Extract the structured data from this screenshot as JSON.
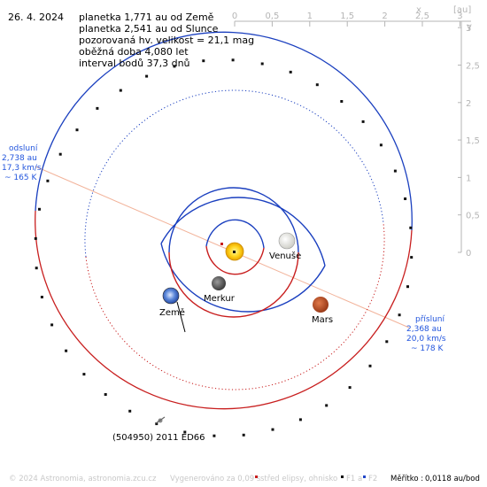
{
  "date": "26. 4. 2024",
  "info": {
    "line1": "planetka 1,771 au od Země",
    "line2": "planetka 2,541 au od Slunce",
    "line3": "pozorovaná hv. velikost = 21,1 mag",
    "line4": "oběžná doba 4,080 let",
    "line5": "interval bodů 37,3 dnů"
  },
  "scale_top": {
    "ticks": [
      "0",
      "0,5",
      "1",
      "1,5",
      "2",
      "2,5",
      "3"
    ],
    "axis_label": "x",
    "unit": "[au]"
  },
  "scale_right": {
    "ticks": [
      "0",
      "0,5",
      "1",
      "1,5",
      "2",
      "2,5",
      "3"
    ],
    "axis_label": "y"
  },
  "aphelion": {
    "title": "odsluní",
    "distance": "2,738 au",
    "speed": "17,3 km/s",
    "temp": "~ 165 K"
  },
  "perihelion": {
    "title": "přísluní",
    "distance": "2,368 au",
    "speed": "20,0 km/s",
    "temp": "~ 178 K"
  },
  "bodies": {
    "venus": "Venuše",
    "mercury": "Merkur",
    "earth": "Země",
    "mars": "Mars",
    "asteroid": "(504950) 2011 ED66"
  },
  "footer": {
    "copyright": "© 2024 Astronomia, astronomia.zcu.cz",
    "generated": "Vygenerováno za 0,09 s",
    "center": "střed elipsy, ohnisko",
    "f1": "F1 a",
    "f2": "F2",
    "scale_label": "Měřítko :",
    "scale_value": "0,0118 au/bod"
  },
  "colors": {
    "blue": "#1a3fbf",
    "red": "#c81e1e",
    "orbit_blue": "#2046c8",
    "label_blue": "#2255dd",
    "axis_gray": "#b5b5b5",
    "apsis_line": "#f2b39a"
  }
}
